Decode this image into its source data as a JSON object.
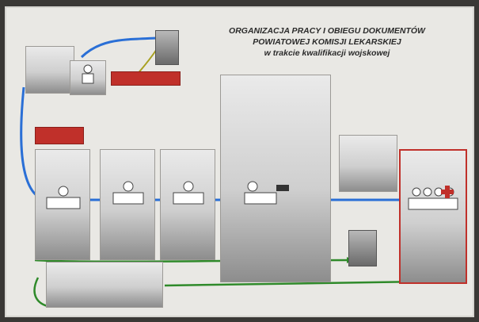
{
  "title": {
    "line1": "ORGANIZACJA PRACY I OBIEGU DOKUMENTÓW",
    "line2": "POWIATOWEJ KOMISJI LEKARSKIEJ",
    "line3": "w trakcie kwalifikacji wojskowej"
  },
  "labels": {
    "corner_box": "",
    "left_top_box": "",
    "red_box_1": "",
    "red_box_2": "",
    "left_station": "",
    "station_1": "",
    "station_2": "",
    "station_3": "",
    "station_4": "",
    "commission": "",
    "right_box": "",
    "bottom_box": ""
  },
  "colors": {
    "blue_flow": "#2a6fd6",
    "green_flow": "#2f8a2a",
    "red_box": "#c0302a",
    "commission_border": "#c0302a"
  }
}
